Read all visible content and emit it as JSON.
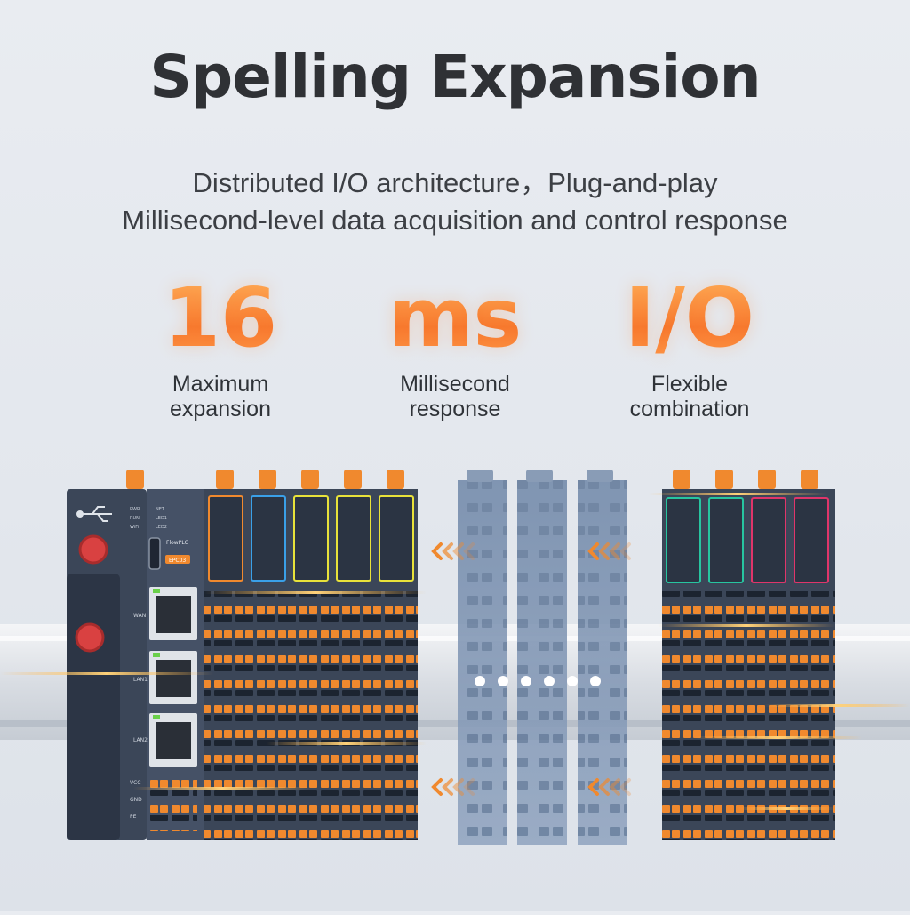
{
  "header": {
    "title": "Spelling Expansion",
    "subtitle_line1": "Distributed I/O architecture，Plug-and-play",
    "subtitle_line2": "Millisecond-level data acquisition and control response"
  },
  "stats": [
    {
      "value": "16",
      "label_line1": "Maximum",
      "label_line2": "expansion"
    },
    {
      "value": "ms",
      "label_line1": "Millisecond",
      "label_line2": "response"
    },
    {
      "value": "I/O",
      "label_line1": "Flexible",
      "label_line2": "combination"
    }
  ],
  "device": {
    "brand": "FlowPLC",
    "model": "EPC03",
    "status_labels_left": [
      "PWR",
      "RUN",
      "WiFi"
    ],
    "status_labels_right": [
      "NET",
      "LED1",
      "LED2"
    ],
    "port_labels": [
      "WAN",
      "LAN1",
      "LAN2"
    ],
    "power_labels": [
      "VCC",
      "GND",
      "PE"
    ]
  },
  "colors": {
    "accent_orange": "#f6762c",
    "module_body": "#3b4658",
    "terminal_orange": "#f0892e",
    "module_stripes": [
      "#f0892e",
      "#3aa0e8",
      "#e8e23a",
      "#e8e23a",
      "#e8e23a",
      "#27c5a0",
      "#27c5a0",
      "#e0356a",
      "#e0356a"
    ]
  }
}
